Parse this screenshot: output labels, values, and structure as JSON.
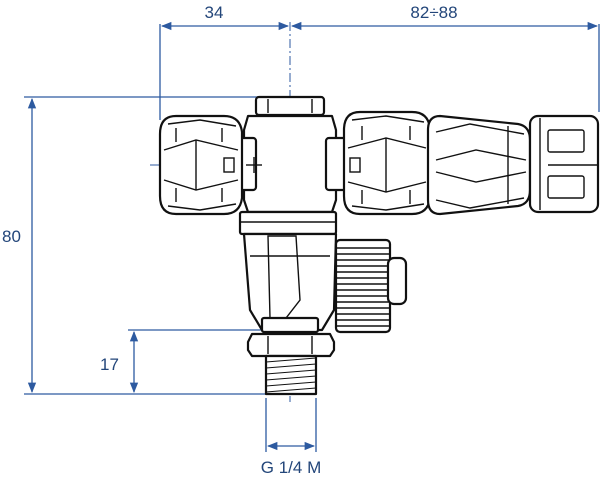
{
  "dimensions": {
    "top_left": "34",
    "top_right": "82÷88",
    "left_height": "80",
    "thread_height": "17",
    "thread_spec": "G 1/4 M"
  },
  "colors": {
    "dimension_lines": "#2d5aa0",
    "dimension_text": "#23467a",
    "outline": "#111111"
  }
}
